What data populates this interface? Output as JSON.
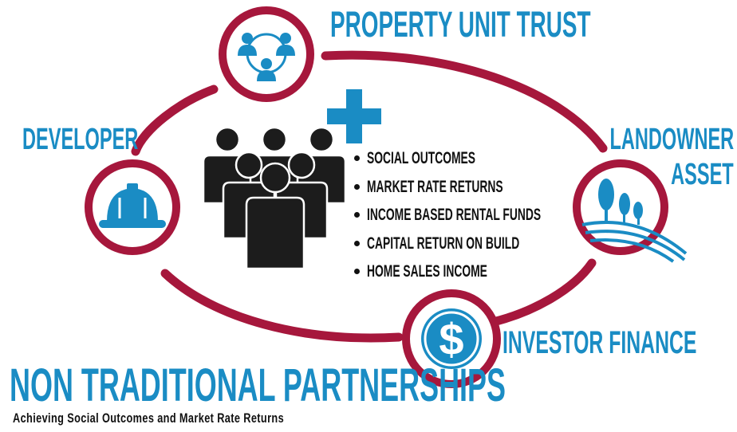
{
  "nodes": {
    "property_unit_trust": "PROPERTY UNIT TRUST",
    "developer": "DEVELOPER",
    "landowner_line1": "LANDOWNER",
    "landowner_line2": "ASSET",
    "investor_finance": "INVESTOR FINANCE"
  },
  "bullets": [
    "SOCIAL OUTCOMES",
    "MARKET RATE RETURNS",
    "INCOME BASED RENTAL FUNDS",
    "CAPITAL RETURN ON BUILD",
    "HOME SALES INCOME"
  ],
  "title": "NON TRADITIONAL PARTNERSHIPS",
  "subtitle": "Achieving Social Outcomes and Market Rate Returns",
  "colors": {
    "ring": "#a6173c",
    "accent": "#1a8cc4",
    "people": "#111111"
  },
  "icons": {
    "top": "group-network-icon",
    "left": "hard-hat-icon",
    "right": "trees-landscape-icon",
    "bottom": "dollar-coin-icon",
    "center": "crowd-icon",
    "plus": "plus-icon"
  }
}
